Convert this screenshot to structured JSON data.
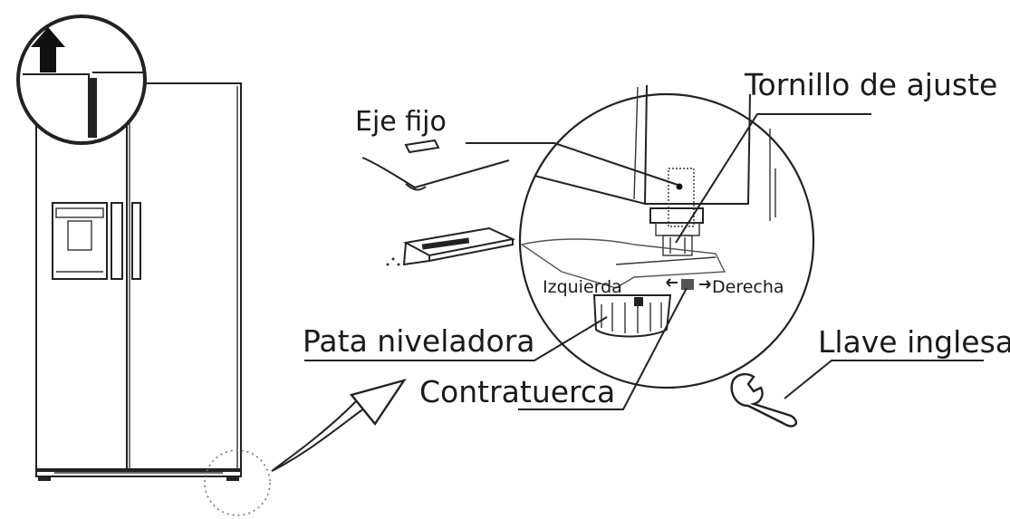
{
  "labels": {
    "tornillo": "Tornillo de ajuste",
    "eje": "Eje fijo",
    "izquierda": "Izquierda",
    "derecha": "Derecha",
    "pata": "Pata niveladora",
    "contratuerca": "Contratuerca",
    "llave": "Llave inglesa"
  },
  "icons": {
    "arrow_up": "up-arrow-icon",
    "wrench": "wrench-icon"
  }
}
